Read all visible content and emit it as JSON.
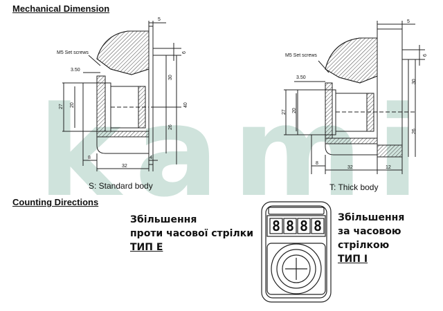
{
  "headings": {
    "mechanical": "Mechanical Dimension",
    "counting": "Counting Directions"
  },
  "watermark": "kami",
  "standard": {
    "caption": "S: Standard body",
    "set_screw_label": "M5 Set screws",
    "dims": {
      "top": "5",
      "shaft": "6",
      "offset": "3.50",
      "outer_dia": "27",
      "inner_dia": "20",
      "upper": "30",
      "body_dia": "40",
      "lower": "26",
      "left": "8",
      "width": "32",
      "right": "4"
    }
  },
  "thick": {
    "caption": "T: Thick body",
    "set_screw_label": "M5 Set screws",
    "dims": {
      "top": "5",
      "shaft": "6",
      "offset": "3.50",
      "outer_dia": "27",
      "inner_dia": "20",
      "upper": "30",
      "lower": "26",
      "left": "8",
      "width": "32",
      "right": "12"
    }
  },
  "counter": {
    "digits": [
      "8",
      "8",
      "8",
      "8"
    ]
  },
  "direction_e": {
    "line1": "Збільшення",
    "line2": "проти часової стрілки",
    "line3": "ТИП Е"
  },
  "direction_i": {
    "line1": "Збільшення",
    "line2": "за часовою",
    "line3": "стрілкою",
    "line4": "ТИП І"
  },
  "colors": {
    "line": "#222222",
    "watermark": "#cfe3dc",
    "hatch": "#444444"
  }
}
